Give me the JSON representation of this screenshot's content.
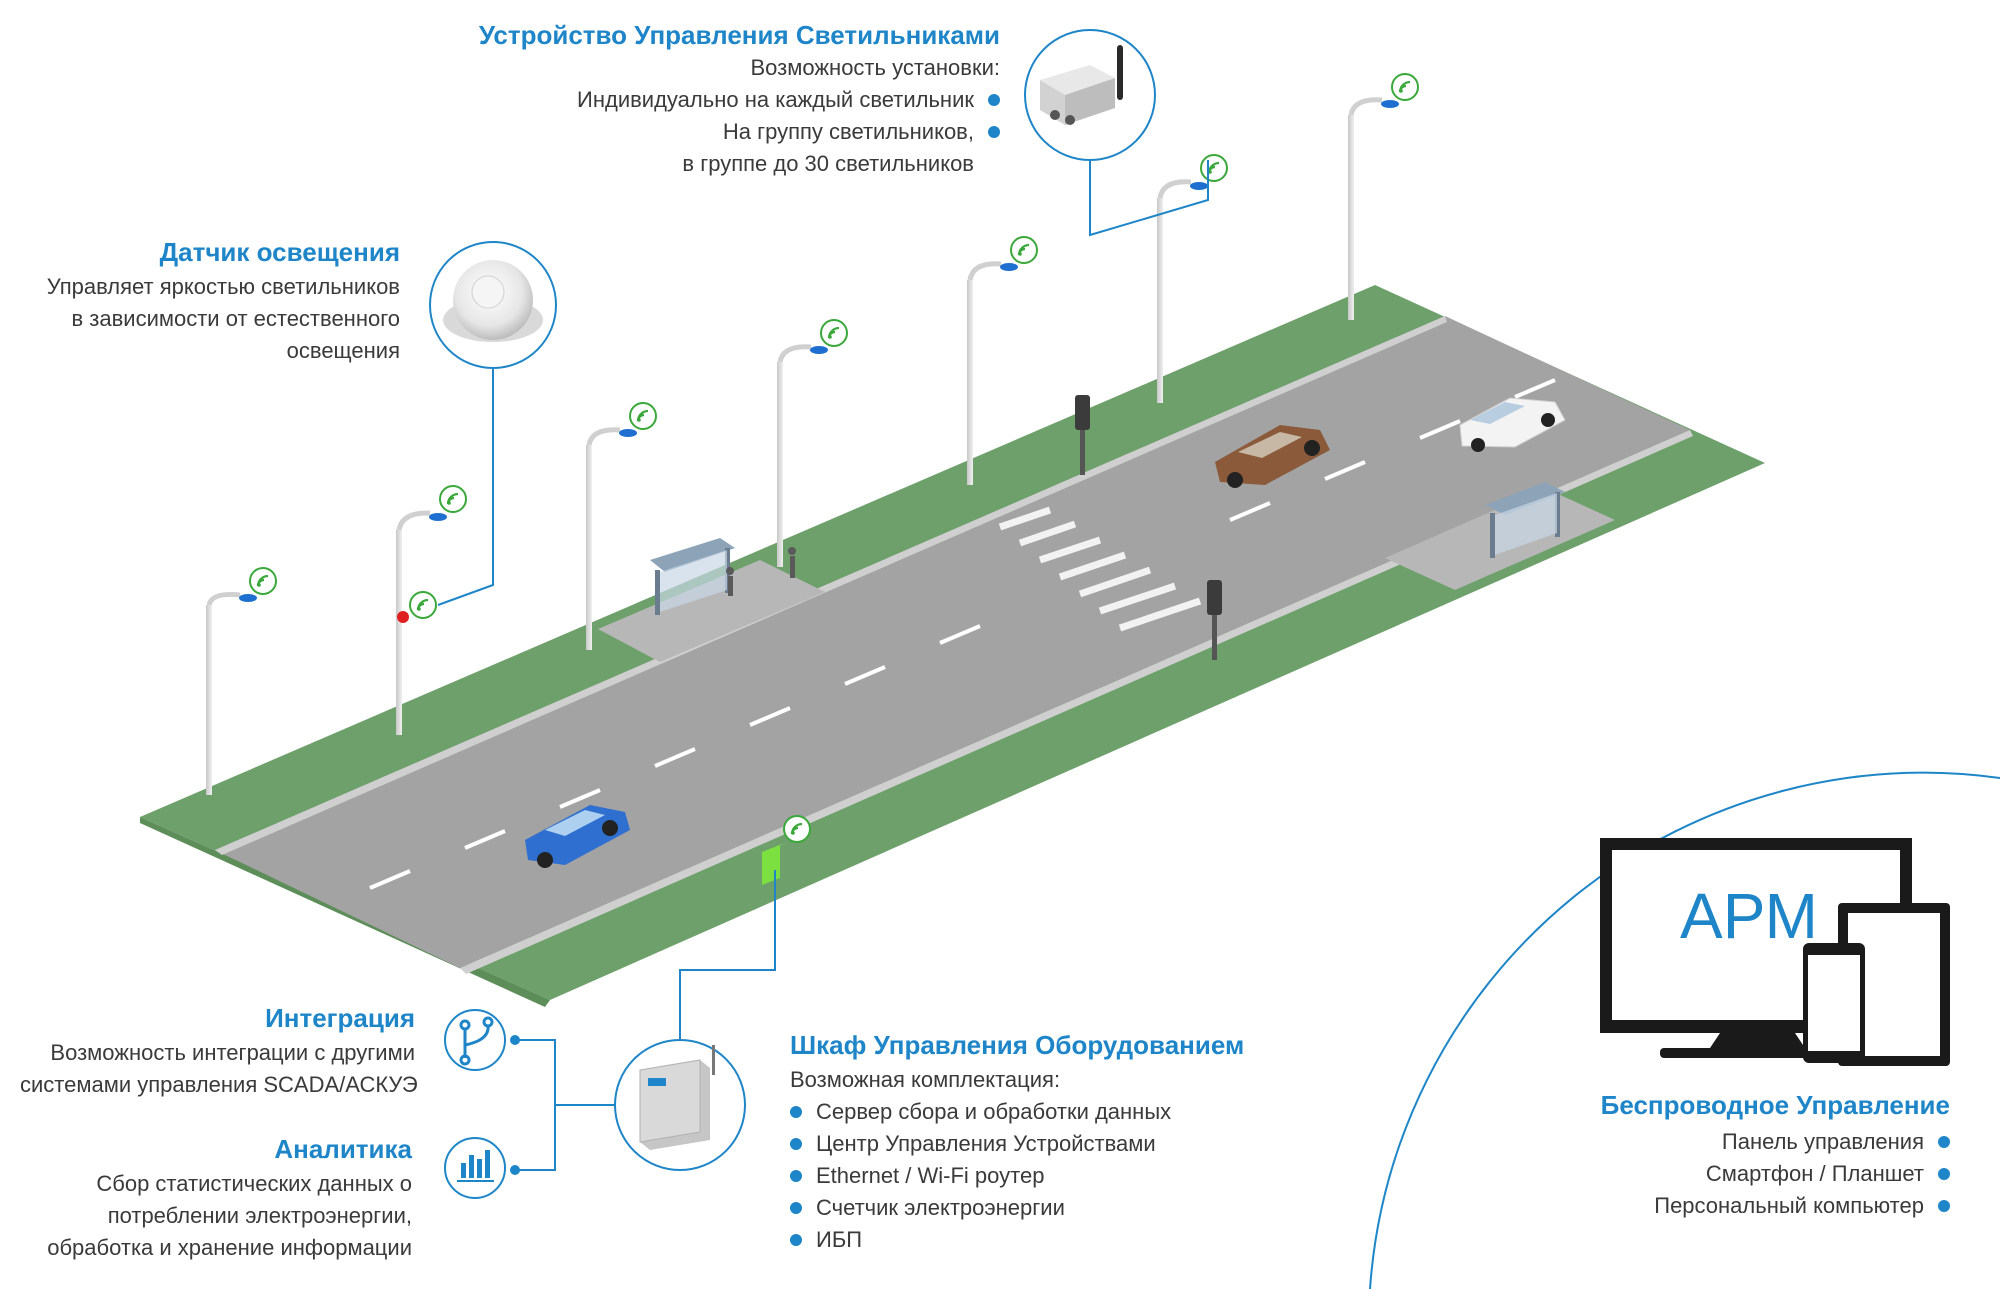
{
  "luminaire_controller": {
    "title": "Устройство Управления Светильниками",
    "subtitle": "Возможность установки:",
    "items": [
      "Индивидуально на каждый светильник",
      "На группу светильников,"
    ],
    "items_continuation": "в группе до 30 светильников"
  },
  "light_sensor": {
    "title": "Датчик освещения",
    "lines": [
      "Управляет яркостью светильников",
      "в зависимости от естественного",
      "освещения"
    ]
  },
  "integration": {
    "title": "Интеграция",
    "lines": [
      "Возможность интеграции с другими",
      "системами управления SCADA/АСКУЭ"
    ]
  },
  "analytics": {
    "title": "Аналитика",
    "lines": [
      "Сбор статистических данных о",
      "потреблении электроэнергии,",
      "обработка и хранение информации"
    ]
  },
  "cabinet": {
    "title": "Шкаф Управления Оборудованием",
    "subtitle": "Возможная комплектация:",
    "items": [
      "Сервер сбора и обработки данных",
      "Центр Управления Устройствами",
      "Ethernet / Wi-Fi роутер",
      "Счетчик электроэнергии",
      "ИБП"
    ]
  },
  "wireless": {
    "title": "Беспроводное Управление",
    "items": [
      "Панель управления",
      "Смартфон / Планшет",
      "Персональный компьютер"
    ],
    "monitor_label": "АРМ"
  },
  "colors": {
    "accent": "#1e86c8",
    "grass": "#6da06a",
    "road": "#9a9a9a",
    "wifi": "#3aa83a",
    "sensor_marker": "#e02020",
    "cabinet_marker": "#7be040"
  },
  "icons": {
    "integration": "branch-icon",
    "analytics": "bar-chart-icon",
    "wireless_signal": "wifi-icon"
  }
}
